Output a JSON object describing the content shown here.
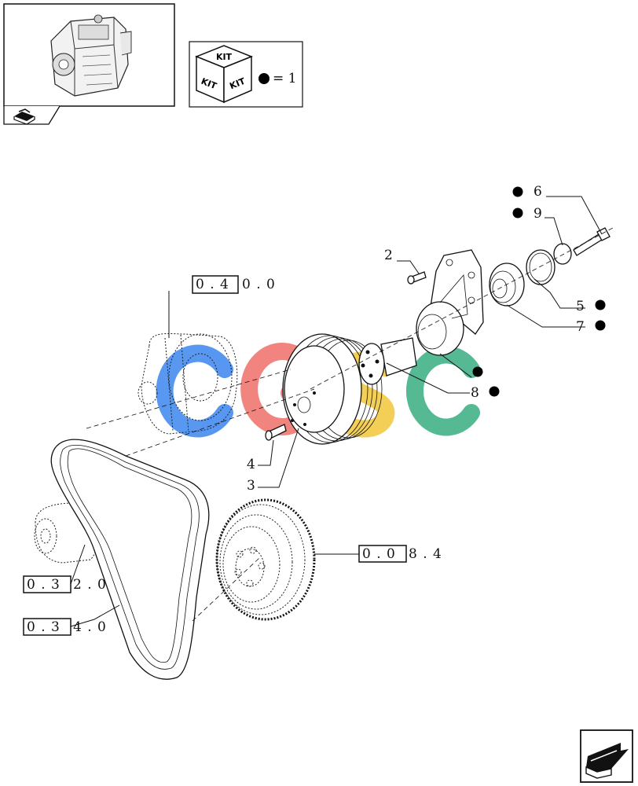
{
  "kit_legend": {
    "cube_faces": [
      "KIT",
      "KIT",
      "KIT"
    ],
    "equation": "= 1"
  },
  "callouts": [
    {
      "id": "c2",
      "number": "2",
      "kit": false
    },
    {
      "id": "c3",
      "number": "3",
      "kit": false
    },
    {
      "id": "c4",
      "number": "4",
      "kit": false
    },
    {
      "id": "c5",
      "number": "5",
      "kit": true
    },
    {
      "id": "c6",
      "number": "6",
      "kit": true
    },
    {
      "id": "c7",
      "number": "7",
      "kit": true
    },
    {
      "id": "c8",
      "number": "8",
      "kit": true
    },
    {
      "id": "c9",
      "number": "9",
      "kit": true
    }
  ],
  "references": [
    {
      "boxed": "0 . 4",
      "rest": "0 . 0"
    },
    {
      "boxed": "0 . 0",
      "rest": "8 . 4"
    },
    {
      "boxed": "0 . 3",
      "rest": "2 . 0"
    },
    {
      "boxed": "0 . 3",
      "rest": "4 . 0"
    }
  ],
  "watermark": {
    "letters": [
      "C",
      "G",
      "S",
      "C"
    ],
    "colors": [
      "#4a8ff0",
      "#f07a74",
      "#f3cc4a",
      "#47b48a"
    ]
  },
  "colors": {
    "ink": "#111111",
    "kit_dot": "#000000"
  }
}
